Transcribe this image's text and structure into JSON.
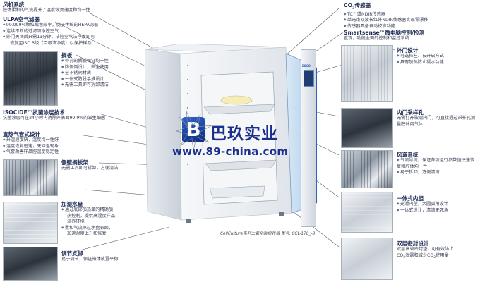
{
  "left": {
    "fan": {
      "title": "风机系统",
      "desc": "腔体柔和的气流提升了温度恢复速度和均一性"
    },
    "ulpa": {
      "title": "ULPA空气滤器",
      "items": [
        "99.999%颗粒截留效率，优于传统的HEPA滤器",
        "连续不断的过滤洁净腔空气",
        "外门关闭后只需13分钟，洁腔空气洁净度即可",
        "恢复至ISO 5级（百级洁净度）以保护样品"
      ]
    },
    "shelf": {
      "title": "搁板",
      "items": [
        "带孔的搁板保证均一性",
        "防侧倒设计，安全使用",
        "全不锈钢材质",
        "一体式防脱手推设计",
        "无需工具即可拆卸清洁"
      ]
    },
    "isocide": {
      "title": "ISOCIDE™抗菌涂层技术",
      "desc": "抗菌涂层可在24小时内消除外表面99.9%的滋生细菌"
    },
    "heating": {
      "title": "直热气套式设计",
      "items": [
        "升温速度快，温度均一性好",
        "温度恢复迅速，无冲温现象",
        "气套改善样品腔温度稳定性"
      ]
    },
    "rack": {
      "title": "侧壁搁板架",
      "desc": "无需工具即可拆卸，方便清洁"
    },
    "tray": {
      "title": "加湿水盘",
      "items": [
        "通过底部加热单的精确加",
        "热控制，提供高湿度样品",
        "培养环境",
        "柔和气流掠过水盘表面，",
        "加速湿度上升和恢复"
      ]
    },
    "feet": {
      "title": "调节支脚",
      "desc": "易于调节，保证箱体放置平稳"
    }
  },
  "right": {
    "co2": {
      "title_prefix": "CO",
      "title_sub": "2",
      "title_suffix": "传感器",
      "items": [
        "TC™或NDIR传感器",
        "单光束双波长红外NDIR传感器实现零漂移",
        "传感器具备自动校准功能"
      ]
    },
    "smartsense": {
      "title": "Smartsense™微电脑控制/检测",
      "desc": "直观，功能全面的控制和监控系统"
    },
    "outer_door": {
      "title": "外门设计",
      "items": [
        "可选择左、右开启方式",
        "具有加热防止凝水功能"
      ]
    },
    "sampler": {
      "title": "内门采样孔",
      "desc": "无需打开玻璃内门，可直接通过采样孔测量腔体内气体"
    },
    "airflow": {
      "title": "风道系统",
      "items": [
        "气流导流，保证各项运行参数值快速恢复和腔体均一性",
        "易于拆卸，方便清洁"
      ]
    },
    "chamber": {
      "title": "一体式内胆",
      "items": [
        "光滑内壁，大圆弧角设计",
        "一体式设计，清洁无死角"
      ]
    },
    "seal": {
      "title": "双层密封设计",
      "desc_lines": [
        "双层高效密封垫，可有效防止",
        "CO",
        "2",
        "泄露和减少CO",
        "2",
        "使用量"
      ]
    }
  },
  "brand": {
    "logo_letter": "B",
    "name": "巴玖实业",
    "url": "www.89-china.com"
  },
  "product": {
    "caption": "CellCulture系列二氧化碳培养箱  型号: CCL-170_-8",
    "brand_badge": "ESCO"
  },
  "colors": {
    "accent": "#1b2f8c",
    "line": "#4a4a6a",
    "door_blue": "#2b63b8"
  }
}
